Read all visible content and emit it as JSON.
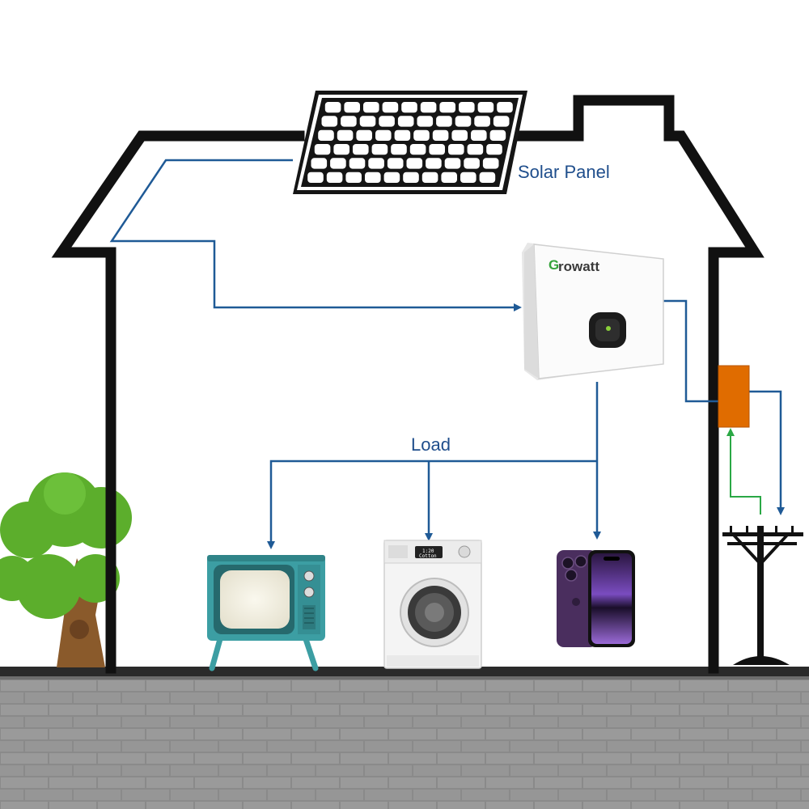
{
  "labels": {
    "solar_panel": "Solar Panel",
    "load": "Load"
  },
  "inverter": {
    "brand_initial": "G",
    "brand_rest": "rowatt"
  },
  "washer_display": {
    "time": "1:20",
    "sub": "Cotton"
  },
  "colors": {
    "outline": "#111111",
    "wire": "#1f5a96",
    "feed_in": "#2aa845",
    "meter": "#e06c00",
    "ground": "#8c8c8c",
    "tree_leaves": "#5cae2c",
    "tree_trunk": "#8a5a2b",
    "tv_body": "#3c9ea3"
  },
  "icons": [
    "solar-panel-icon",
    "inverter-icon",
    "tv-icon",
    "washing-machine-icon",
    "smartphone-icon",
    "meter-icon",
    "utility-pole-icon",
    "tree-icon"
  ]
}
